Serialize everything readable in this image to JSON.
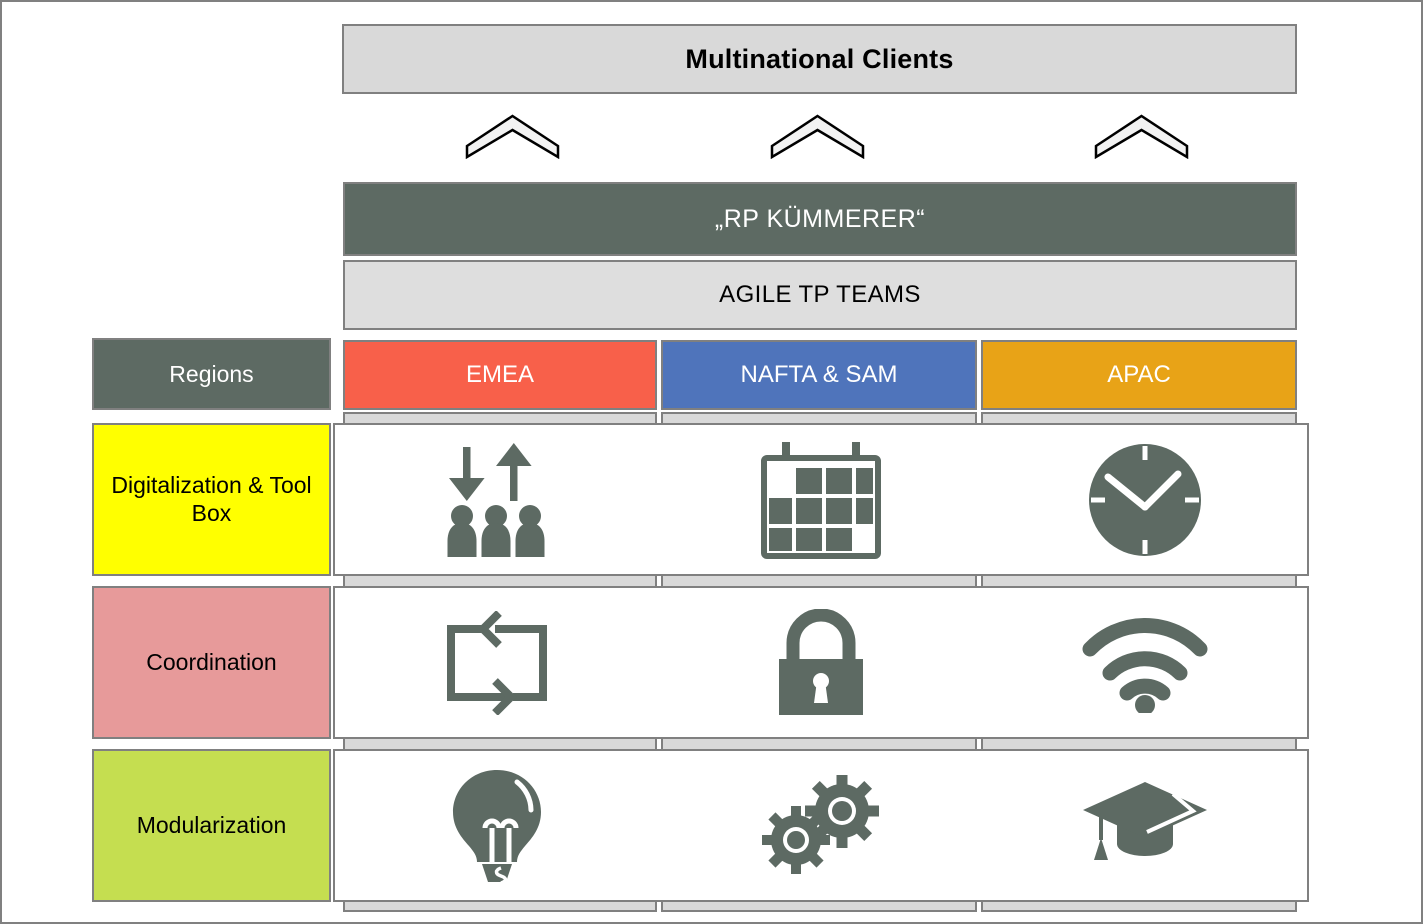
{
  "header": {
    "clients_label": "Multinational Clients"
  },
  "connectors": [
    {
      "name": "chevron-up-icon-1"
    },
    {
      "name": "chevron-up-icon-2"
    },
    {
      "name": "chevron-up-icon-3"
    }
  ],
  "bands": {
    "kummerer_label": "„RP KÜMMERER“",
    "agile_label": "AGILE TP TEAMS"
  },
  "regions_row": {
    "row_label": "Regions",
    "regions": [
      {
        "label": "EMEA",
        "color": "#f8604a"
      },
      {
        "label": "NAFTA & SAM",
        "color": "#4f74bb"
      },
      {
        "label": "APAC",
        "color": "#e8a317"
      }
    ]
  },
  "categories": [
    {
      "label": "Digitalization & Tool Box",
      "color": "#ffff00",
      "icons": [
        {
          "name": "exchange-people-icon"
        },
        {
          "name": "calendar-icon"
        },
        {
          "name": "clock-icon"
        }
      ]
    },
    {
      "label": "Coordination",
      "color": "#e79a9a",
      "icons": [
        {
          "name": "loop-arrows-icon"
        },
        {
          "name": "lock-icon"
        },
        {
          "name": "wifi-icon"
        }
      ]
    },
    {
      "label": "Modularization",
      "color": "#c5de50",
      "icons": [
        {
          "name": "lightbulb-icon"
        },
        {
          "name": "gears-icon"
        },
        {
          "name": "graduation-cap-icon"
        }
      ]
    }
  ],
  "palette": {
    "dark_slate": "#5d6a63",
    "light_gray": "#d9d9d9",
    "band_gray": "#dedede",
    "border_gray": "#808080"
  }
}
